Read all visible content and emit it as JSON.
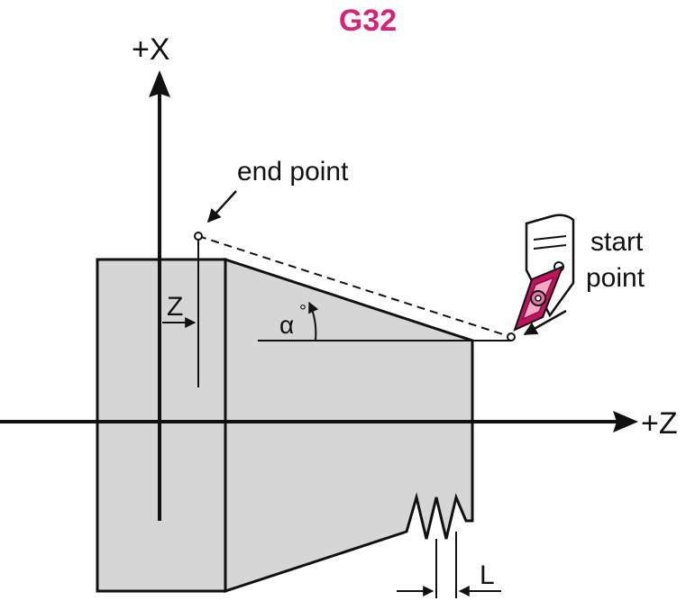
{
  "title": "G32",
  "colors": {
    "title": "#d6237a",
    "part_fill": "#d6d6d6",
    "insert_fill": "#c0145f",
    "insert_inner": "#f1a9c4",
    "line": "#111111"
  },
  "labels": {
    "x_axis": "+X",
    "z_axis": "+Z",
    "end_point": "end point",
    "start_point_1": "start",
    "start_point_2": "point",
    "z_dim": "Z",
    "angle": "α",
    "degree": "°",
    "lead": "L"
  }
}
